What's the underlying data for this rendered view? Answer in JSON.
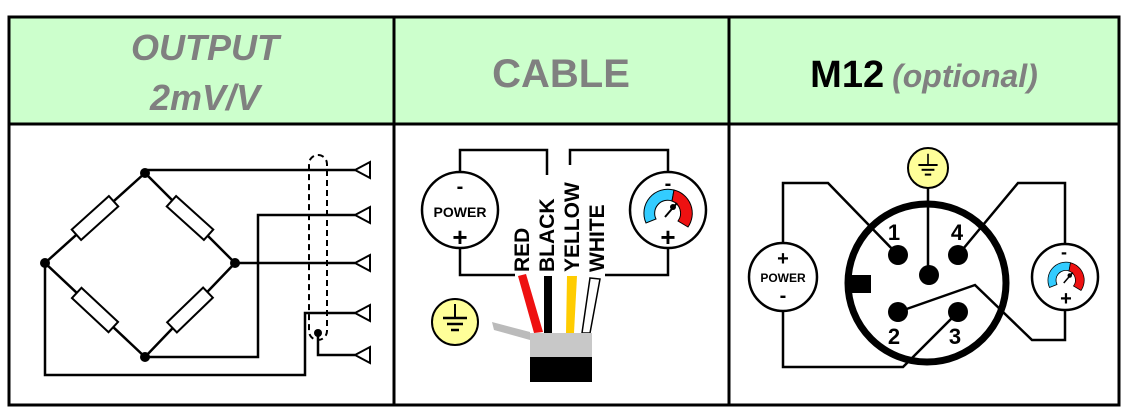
{
  "header": {
    "output_line1": "OUTPUT",
    "output_line2": "2mV/V",
    "cable": "CABLE",
    "m12": "M12",
    "m12_note": "(optional)"
  },
  "cable": {
    "power_label": "POWER",
    "minus": "-",
    "plus": "+",
    "wires": [
      "RED",
      "BLACK",
      "YELLOW",
      "WHITE"
    ]
  },
  "m12": {
    "power_label": "POWER",
    "minus": "-",
    "plus": "+",
    "pins": [
      "1",
      "2",
      "3",
      "4"
    ]
  },
  "colors": {
    "header_bg": "#CCFFCC",
    "header_text": "#808080",
    "ground": "#FFFF99",
    "gauge_blue": "#33CCFF",
    "gauge_red": "#EE1111",
    "wire_red": "#EE1111",
    "wire_black": "#000000",
    "wire_yellow": "#FFCC00",
    "wire_white": "#FFFFFF"
  }
}
